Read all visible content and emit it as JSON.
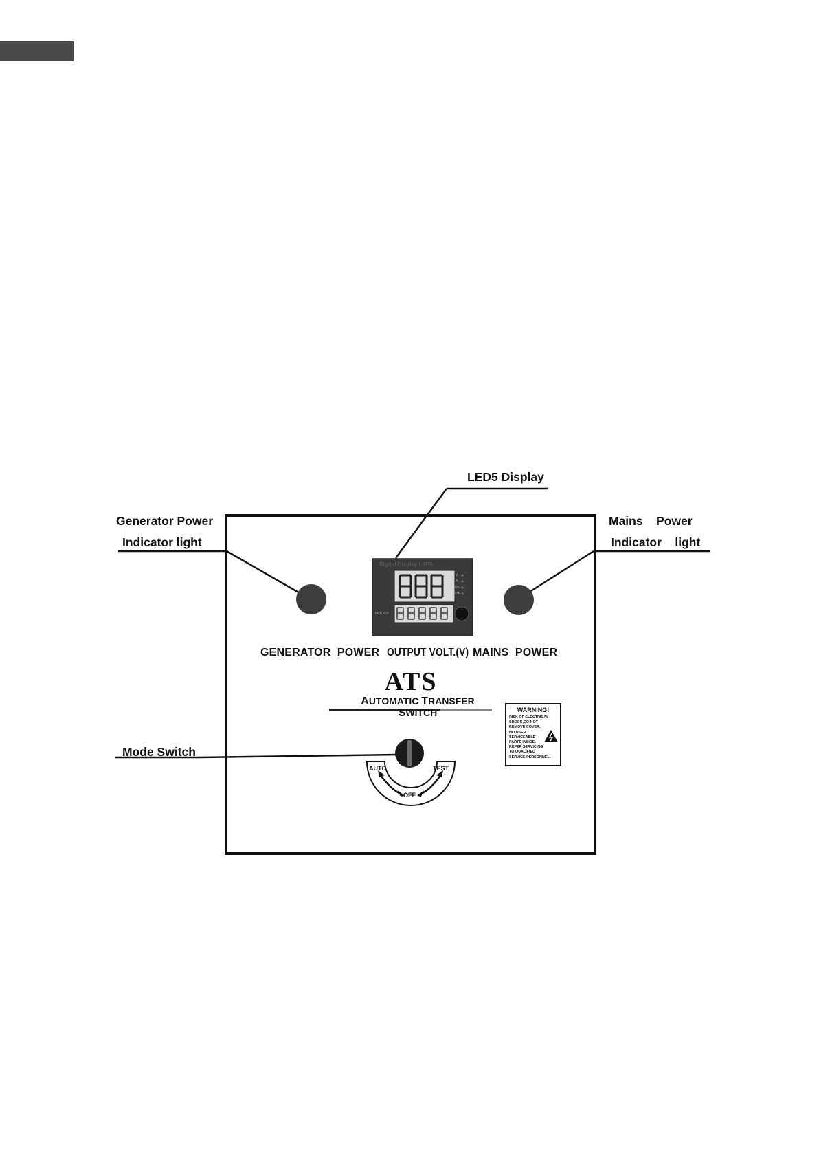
{
  "callouts": {
    "generator_line1": "Generator Power",
    "generator_line2": "Indicator light",
    "mains_line1": "Mains    Power",
    "mains_line2": "Indicator    light",
    "led_display": "LED5 Display",
    "mode_switch": "Mode Switch"
  },
  "panel": {
    "generator_power": "GENERATOR  POWER",
    "output_volt": "OUTPUT VOLT.(V)",
    "mains_power": "MAINS  POWER",
    "logo": "ATS",
    "subtitle_a_lead": "A",
    "subtitle_a_rest": "UTOMATIC ",
    "subtitle_t_lead": "T",
    "subtitle_t_rest": "RANSFER ",
    "subtitle_s_lead": "S",
    "subtitle_s_rest": "WITCH"
  },
  "led": {
    "title": "Digital Display LED5",
    "indicators": [
      "V",
      "A",
      "Hz",
      "kW"
    ],
    "left_label": "HOURS"
  },
  "dial": {
    "auto": "AUTO",
    "test": "TEST",
    "off": "OFF"
  },
  "warning": {
    "title": "WARNING!",
    "lines": [
      "RISK OF ELECTRICAL",
      "SHOCK,DO NOT",
      "REMOVE COVER.",
      "NO USER",
      "SERVICEABLE",
      "PARTS INSIDE.",
      "REFER SERVICING",
      "TO QUALIFIED",
      "SERVICE PERSONNEL."
    ]
  },
  "colors": {
    "ink": "#111111",
    "led_body": "#3a3a3a",
    "led_screen": "#d9d9d9",
    "indicator_lamp": "#3d3d3d",
    "knob": "#1a1a1a"
  }
}
